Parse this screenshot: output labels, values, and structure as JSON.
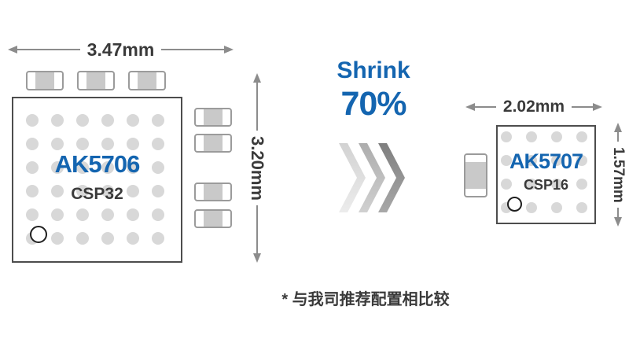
{
  "left_package": {
    "name": "AK5706",
    "type": "CSP32",
    "width_label": "3.47mm",
    "height_label": "3.20mm",
    "balls": {
      "rows": 6,
      "cols": 6
    }
  },
  "right_package": {
    "name": "AK5707",
    "type": "CSP16",
    "width_label": "2.02mm",
    "height_label": "1.57mm",
    "balls": {
      "rows": 4,
      "cols": 4
    }
  },
  "transition": {
    "label": "Shrink",
    "value": "70%",
    "chevron_count": 3,
    "chevron_colors": [
      {
        "from": "#d2d2d2",
        "to": "#ececec"
      },
      {
        "from": "#adadad",
        "to": "#d0d0d0"
      },
      {
        "from": "#7f7f7f",
        "to": "#a8a8a8"
      }
    ]
  },
  "components": {
    "left_top_count": 3,
    "left_right_count": 4,
    "right_left_count": 1
  },
  "footnote": "* 与我司推荐配置相比较",
  "colors": {
    "accent_blue": "#1465b0",
    "text_dark": "#3a3a3a",
    "arrow_gray": "#8c8c8c",
    "ball_gray": "#d8d8d8",
    "comp_border": "#9b9b9b",
    "comp_body": "#c9c9c9",
    "chip_border": "#4d4d4d"
  }
}
